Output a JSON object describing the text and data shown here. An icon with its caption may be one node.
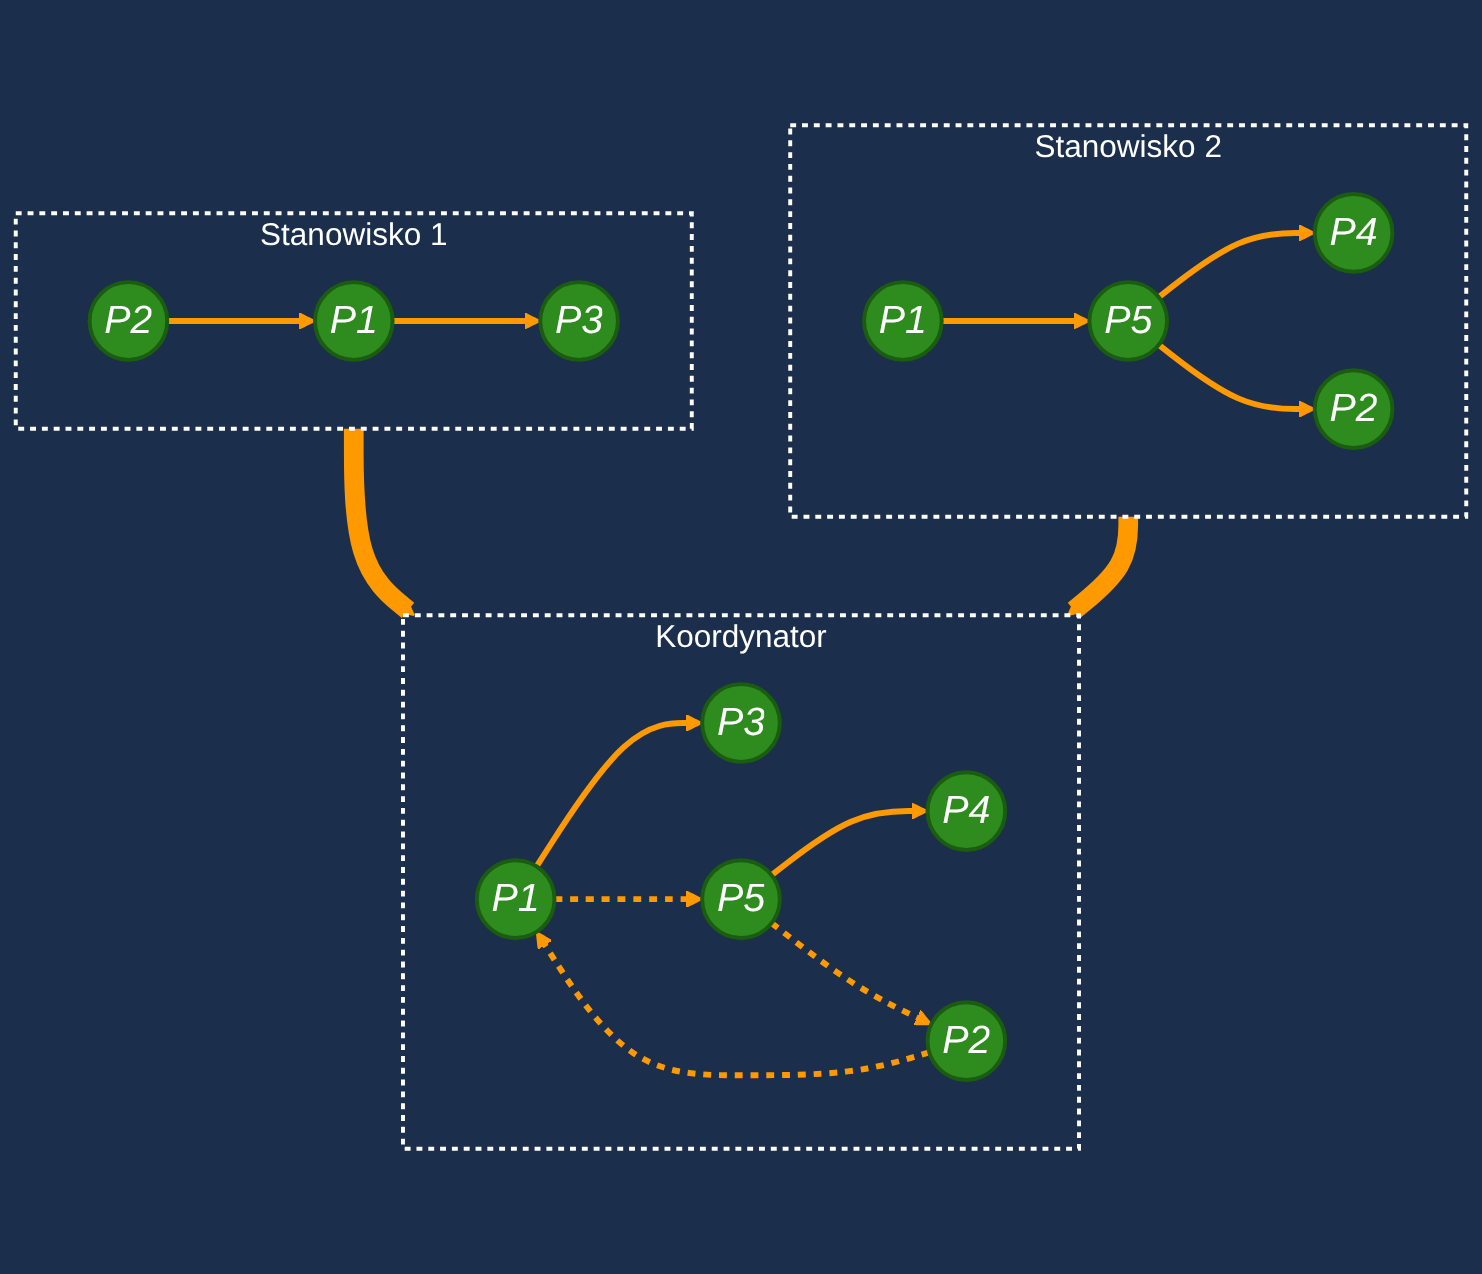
{
  "diagram": {
    "nodes": [
      {
        "text": [
          "Stanowisko 1"
        ]
      },
      {
        "text": [
          "P3"
        ],
        "in": 0
      },
      {
        "text": [
          "P1"
        ],
        "in": 0
      },
      {
        "text": [
          "P2"
        ],
        "in": 0
      },
      {
        "text": [
          "Stanowisko 2"
        ]
      },
      {
        "text": [
          "P1"
        ],
        "in": 4
      },
      {
        "text": [
          "P4"
        ],
        "in": 4
      },
      {
        "text": [
          "P2"
        ],
        "in": 4
      },
      {
        "text": [
          "P5"
        ],
        "in": 4
      },
      {
        "text": [
          "Koordynator"
        ]
      },
      {
        "text": [
          "P3"
        ],
        "in": 9
      },
      {
        "text": [
          "P1"
        ],
        "in": 9
      },
      {
        "text": [
          "P4"
        ],
        "in": 9
      },
      {
        "text": [
          "P2"
        ],
        "in": 9
      },
      {
        "text": [
          "P5"
        ],
        "in": 9
      }
    ],
    "edges": [
      {
        "from": 2,
        "to": 1,
        "arrow": "to"
      },
      {
        "from": 3,
        "to": 2,
        "arrow": "to"
      },
      {
        "from": 5,
        "to": 8,
        "arrow": "to"
      },
      {
        "from": 8,
        "to": 6,
        "arrow": "to"
      },
      {
        "from": 8,
        "to": 7,
        "arrow": "to"
      },
      {
        "from": 0,
        "to": 9,
        "arrow": "to",
        "style": "thick"
      },
      {
        "from": 4,
        "to": 9,
        "arrow": "to",
        "style": "thick"
      },
      {
        "from": 11,
        "to": 10,
        "arrow": "to"
      },
      {
        "from": 11,
        "to": 14,
        "arrow": "to",
        "style": "dashed"
      },
      {
        "from": 13,
        "to": 11,
        "arrow": "to",
        "style": "dashed"
      },
      {
        "from": 14,
        "to": 12,
        "arrow": "to"
      },
      {
        "from": 14,
        "to": 13,
        "arrow": "to",
        "style": "dashed"
      }
    ]
  }
}
